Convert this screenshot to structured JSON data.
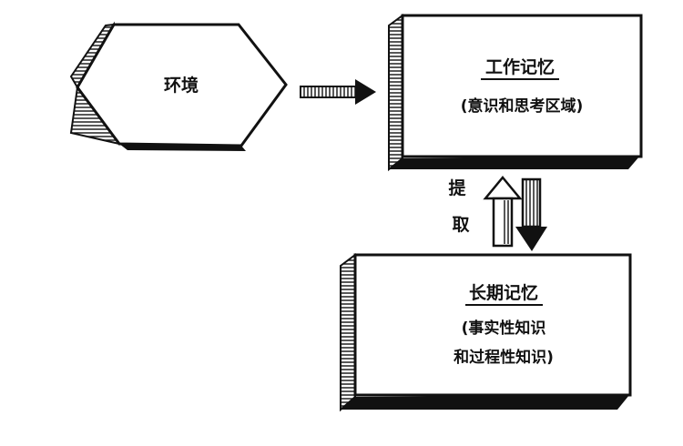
{
  "diagram": {
    "environment": {
      "label": "环境"
    },
    "working_memory": {
      "title": "工作记忆",
      "subtitle": "(意识和思考区域)"
    },
    "long_term_memory": {
      "title": "长期记忆",
      "line1": "(事实性知识",
      "line2": "和过程性知识)"
    },
    "retrieval": {
      "char1": "提",
      "char2": "取"
    }
  }
}
